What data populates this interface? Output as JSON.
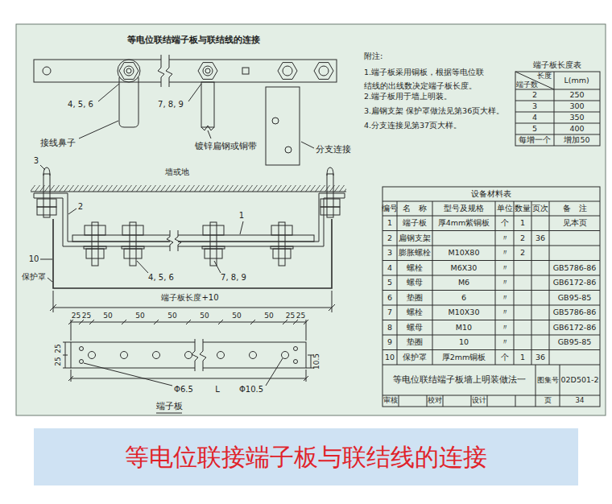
{
  "diagram": {
    "title": "等电位联结端子板与联结线的连接",
    "caption": "等电位联接端子板与联结线的连接",
    "labels": [
      "4, 5, 6",
      "7, 8, 9",
      "接线鼻子",
      "镀锌扁钢或铜带",
      "分支连接",
      "附注:",
      "1.端子板采用铜板，根据等电位联结线的出线数决定端子板长度。",
      "2.端子板用于墙上明装。",
      "3.扁钢支架 保护罩做法见第36页大样。",
      "4.分支连接见第37页大样。",
      "端子板长度表",
      "长度",
      "端子数",
      "L(mm)",
      "2",
      "250",
      "3",
      "300",
      "4",
      "350",
      "5",
      "400",
      "每增一个",
      "增加50",
      "3",
      "墙或地",
      "2",
      "1",
      "10",
      "保护罩",
      "4, 5, 6",
      "7, 8, 9",
      "端子板长度+10",
      "25",
      "25",
      "50",
      "50",
      "50",
      "50",
      "50",
      "50",
      "25",
      "25",
      "25",
      "25",
      "10.5",
      "Φ6.5",
      "L",
      "Φ10.5",
      "端子板",
      "设备材料表",
      "编号",
      "名　称",
      "型号及规格",
      "单位",
      "数量",
      "页次",
      "备　注",
      "1",
      "端子板",
      "厚4mm紫铜板",
      "个",
      "1",
      "见本页",
      "2",
      "扁钢支架",
      "〃",
      "2",
      "36",
      "3",
      "膨胀螺栓",
      "M10X80",
      "〃",
      "2",
      "4",
      "螺栓",
      "M6X30",
      "〃",
      "GB5786-86",
      "5",
      "螺母",
      "M6",
      "〃",
      "GB6172-86",
      "6",
      "垫圈",
      "6",
      "〃",
      "GB95-85",
      "7",
      "螺栓",
      "M10X30",
      "〃",
      "GB5786-86",
      "8",
      "螺母",
      "M10",
      "〃",
      "GB6172-86",
      "9",
      "垫圈",
      "10",
      "〃",
      "GB95-85",
      "10",
      "保护罩",
      "厚2mm铜板",
      "个",
      "1",
      "36",
      "等电位联结端子板墙上明装做法一",
      "图集号",
      "02D501-2",
      "审核",
      "校对",
      "设计",
      "页",
      "34"
    ]
  }
}
